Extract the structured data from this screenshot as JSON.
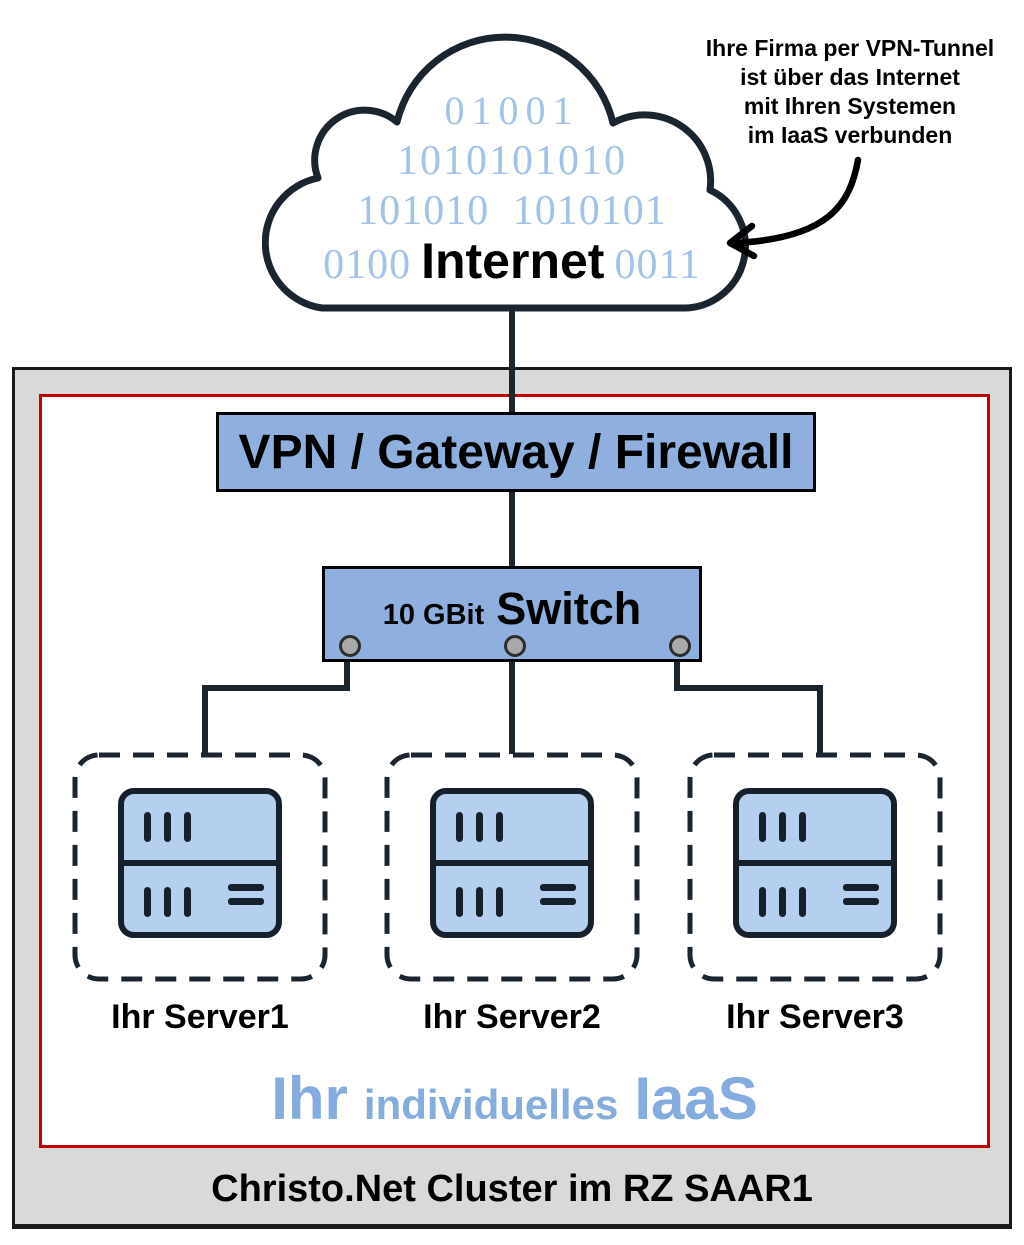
{
  "diagram": {
    "annotation": {
      "lines": [
        "Ihre Firma per VPN-Tunnel",
        "ist über das Internet",
        "mit Ihren Systemen",
        "im IaaS verbunden"
      ]
    },
    "cloud": {
      "binary_row1": "01001",
      "binary_row2": "1010101010",
      "binary_row3": "101010 1010101",
      "binary_row4_left": "0100",
      "title": "Internet",
      "binary_row4_right": "0011"
    },
    "vpn": {
      "label": "VPN / Gateway / Firewall"
    },
    "switch": {
      "speed": "10 GBit",
      "label": "Switch"
    },
    "servers": [
      {
        "label": "Ihr Server1"
      },
      {
        "label": "Ihr Server2"
      },
      {
        "label": "Ihr Server3"
      }
    ],
    "iaas": {
      "prefix": "Ihr",
      "middle": "individuelles",
      "suffix": "IaaS"
    },
    "footer": {
      "label": "Christo.Net Cluster im RZ SAAR1"
    },
    "colors": {
      "box_blue": "#8FAFDF",
      "server_fill": "#B5CFEE",
      "binary_blue": "#A3C2E9",
      "iaas_blue": "#85ACDF",
      "frame_red": "#C00000",
      "outer_gray": "#D9D9D9",
      "line_dark": "#1A2530"
    }
  }
}
